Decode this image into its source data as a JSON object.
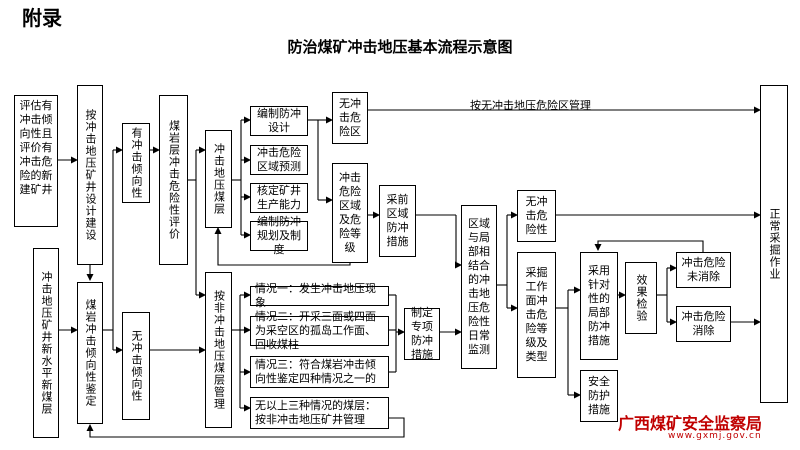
{
  "header": {
    "label": "附录",
    "title": "防治煤矿冲击地压基本流程示意图"
  },
  "nodes": {
    "eval_new": "评估有冲击倾向性且评价有冲击危险的新建矿井",
    "new_level": "冲击地压矿井新水平新煤层",
    "design_mine": "按冲击地压矿井设计建设",
    "tendency_appraisal": "煤岩冲击倾向性鉴定",
    "has_tendency": "有冲击倾向性",
    "no_tendency": "无冲击倾向性",
    "risk_eval": "煤岩层冲击危险性评价",
    "burst_seam": "冲击地压煤层",
    "nonburst_seam": "按非冲击地压煤层管理",
    "prep_design": "编制防冲设计",
    "region_predict": "冲击危险区域预测",
    "verify_capacity": "核定矿井生产能力",
    "prep_plan": "编制防冲规划及制度",
    "no_risk_zone": "无冲击危险区",
    "risk_zone_level": "冲击危险区域及危险等级",
    "pre_mining": "采前区域防冲措施",
    "regional_local": "区域与局部相结合的冲击地压危险性日常监测",
    "no_risk": "无冲击危险性",
    "face_risk_level": "采掘工作面冲击危险等级及类型",
    "targeted_measures": "采用针对性的局部防冲措施",
    "effect_check": "效果检验",
    "not_eliminated": "冲击危险未消除",
    "eliminated": "冲击危险消除",
    "safety_measures": "安全防护措施",
    "normal_ops": "正常采掘作业",
    "make_measures": "制定专项防冲措施",
    "case1": "情况一：发生冲击地压现象",
    "case2": "情况二：开采三面或四面为采空区的孤岛工作面、回收煤柱",
    "case3": "情况三：符合煤岩冲击倾向性鉴定四种情况之一的",
    "case4": "无以上三种情况的煤层：按非冲击地压矿井管理"
  },
  "edge_labels": {
    "non_risk_manage": "按无冲击地压危险区管理"
  },
  "watermark": {
    "title": "广西煤矿安全监察局",
    "url": "www.gxmj.gov.cn",
    "color": "#c00000"
  }
}
